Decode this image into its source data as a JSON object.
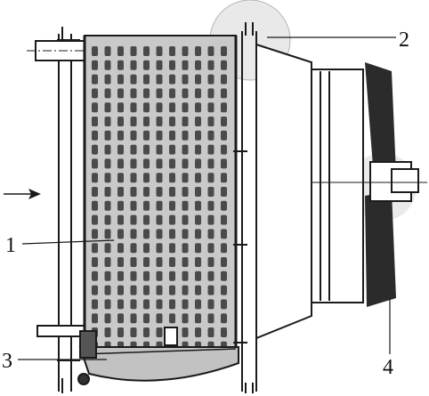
{
  "diagram": {
    "callouts": [
      {
        "id": "1",
        "label": "1"
      },
      {
        "id": "2",
        "label": "2"
      },
      {
        "id": "3",
        "label": "3"
      },
      {
        "id": "4",
        "label": "4"
      }
    ],
    "airflow_arrow": "arrow-right-icon",
    "colors": {
      "ink": "#1a1a1a",
      "core_fill": "#c9c9c9",
      "fin_dark": "#4a4a4a",
      "highlight": "#d8d8d8",
      "fan_dark": "#2b2b2b"
    }
  }
}
